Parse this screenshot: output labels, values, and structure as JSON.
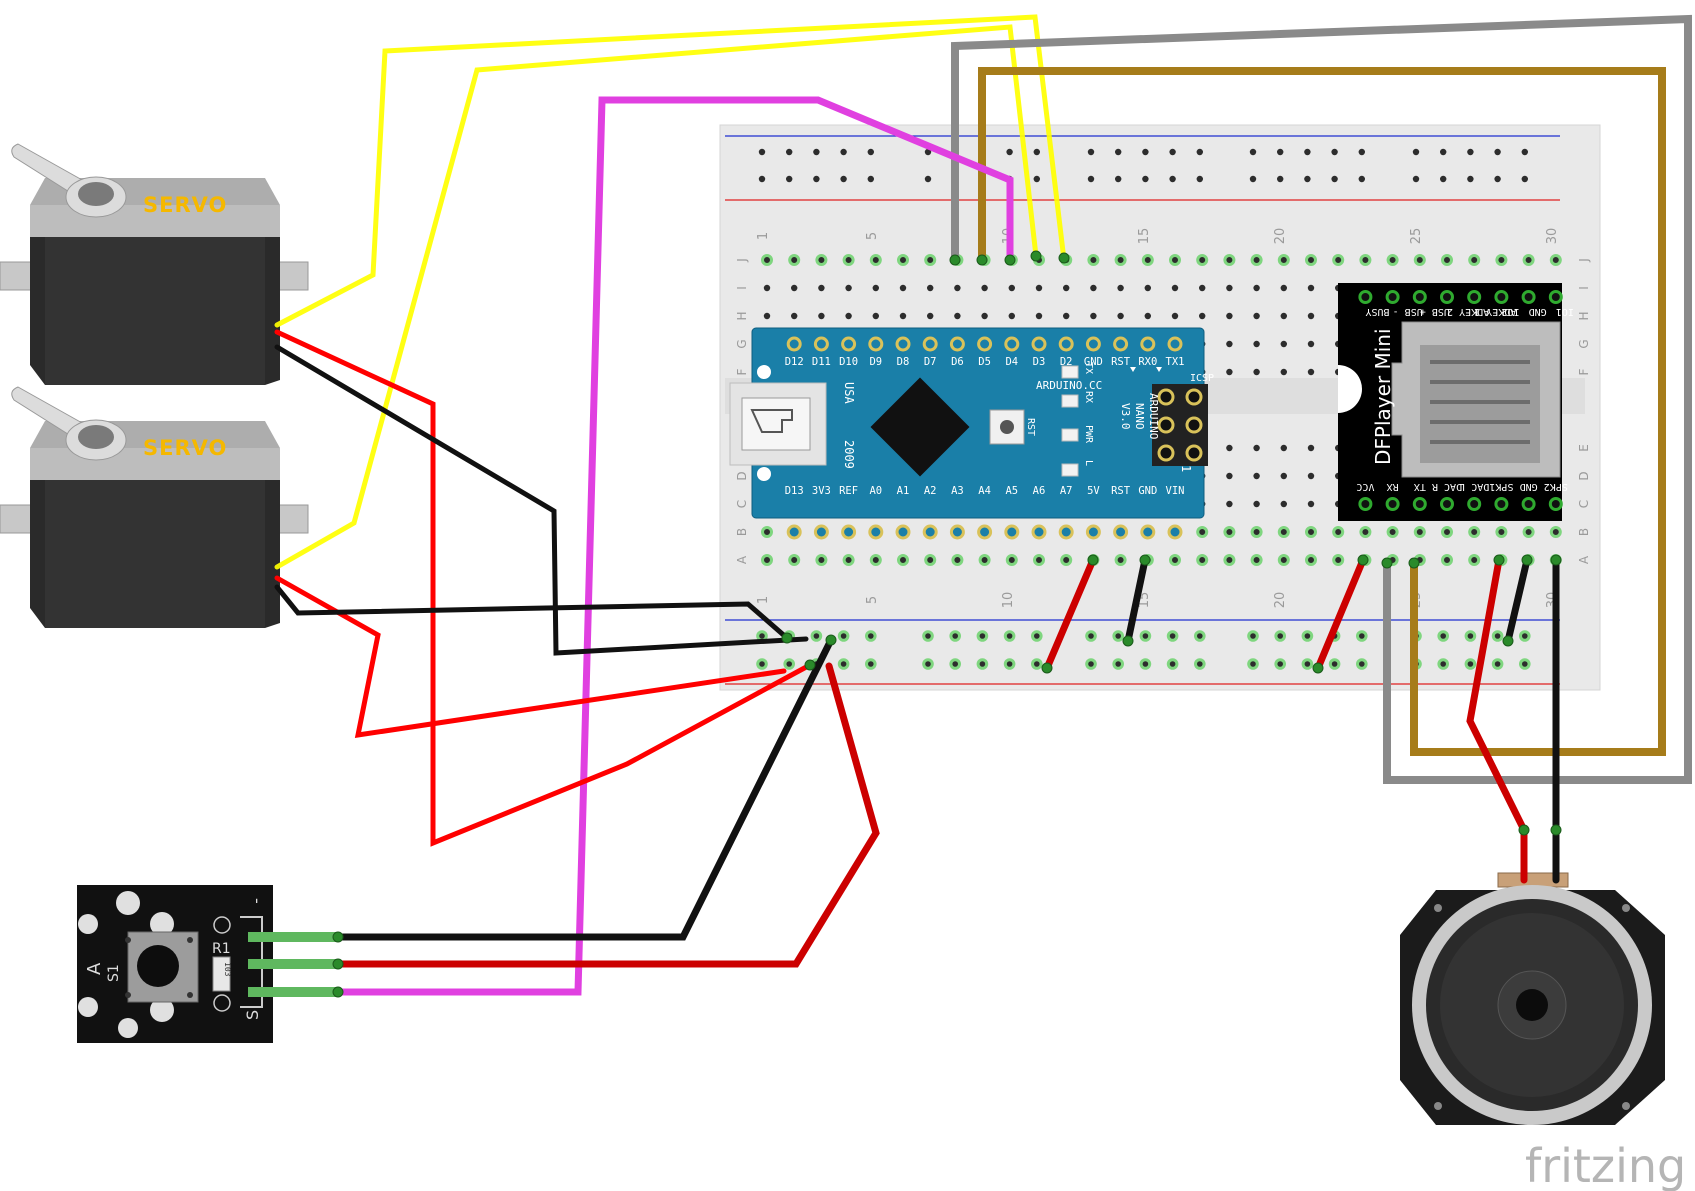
{
  "colors": {
    "yellow": "#ffff00",
    "magenta": "#e040e0",
    "red": "#ff0000",
    "darkred": "#cc0000",
    "black": "#111111",
    "gray": "#8a8a8a",
    "brown": "#a67c1a",
    "nano_blue": "#1a7fa8",
    "breadboard": "#e9e9e9"
  },
  "servo": {
    "label": "SERVO"
  },
  "breadboard": {
    "col_numbers": [
      "1",
      "5",
      "10",
      "15",
      "20",
      "25",
      "30"
    ],
    "row_letters_top": [
      "J",
      "I",
      "H",
      "G",
      "F"
    ],
    "row_letters_bottom": [
      "E",
      "D",
      "C",
      "B",
      "A"
    ]
  },
  "nano": {
    "top_pins": [
      "D12",
      "D11",
      "D10",
      "D9",
      "D8",
      "D7",
      "D6",
      "D5",
      "D4",
      "D3",
      "D2",
      "GND",
      "RST",
      "RX0",
      "TX1"
    ],
    "bottom_pins": [
      "D13",
      "3V3",
      "REF",
      "A0",
      "A1",
      "A2",
      "A3",
      "A4",
      "A5",
      "A6",
      "A7",
      "5V",
      "RST",
      "GND",
      "VIN"
    ],
    "brand": "ARDUINO.CC",
    "model_lines": [
      "ARDUINO",
      "NANO",
      "V3.0"
    ],
    "origin": "USA",
    "year": "2009",
    "icsp": "ICSP",
    "rst_btn": "RST",
    "leds": [
      "TX",
      "RX",
      "PWR",
      "L"
    ],
    "pin1": "1"
  },
  "dfplayer": {
    "title": "DFPlayer Mini",
    "top_pins": [
      "IO1",
      "GND",
      "IO2",
      "ADKEY 1",
      "ADKEY 2",
      "USB +",
      "USB -",
      "BUSY"
    ],
    "bottom_pins": [
      "VCC",
      "RX",
      "TX",
      "DAC R",
      "DAC L",
      "SPK1",
      "GND",
      "SPK2"
    ]
  },
  "button_module": {
    "label_a": "A",
    "label_s1": "S1",
    "label_r1": "R1",
    "resistor_code": "103",
    "label_minus": "-",
    "label_s": "S"
  },
  "watermark": {
    "text": "fritzing"
  }
}
